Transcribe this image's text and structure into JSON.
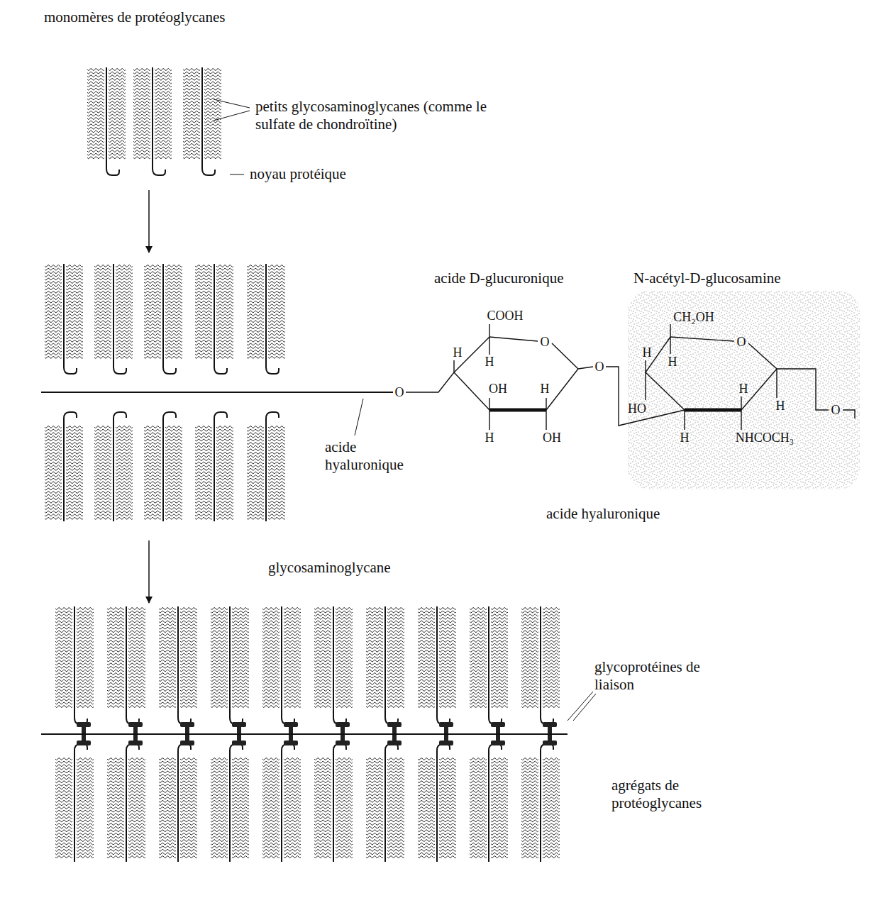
{
  "diagram": {
    "labels": [
      "monomères de protéoglycanes",
      "petits glycosaminoglycanes (comme le sulfate de chondroïtine)",
      "noyau protéique",
      "acide D-glucuronique",
      "N-acétyl-D-glucosamine",
      "COOH",
      "O",
      "H",
      "H",
      "OH",
      "H",
      "O",
      "O",
      "H",
      "OH",
      "CH₂OH",
      "O",
      "H",
      "H",
      "H",
      "HO",
      "H",
      "H",
      "NHCOCH₃",
      "O",
      "acide hyaluronique",
      "acide hyaluronique",
      "glycosaminoglycane",
      "glycoprotéines de liaison",
      "agrégats de protéoglycanes"
    ]
  }
}
